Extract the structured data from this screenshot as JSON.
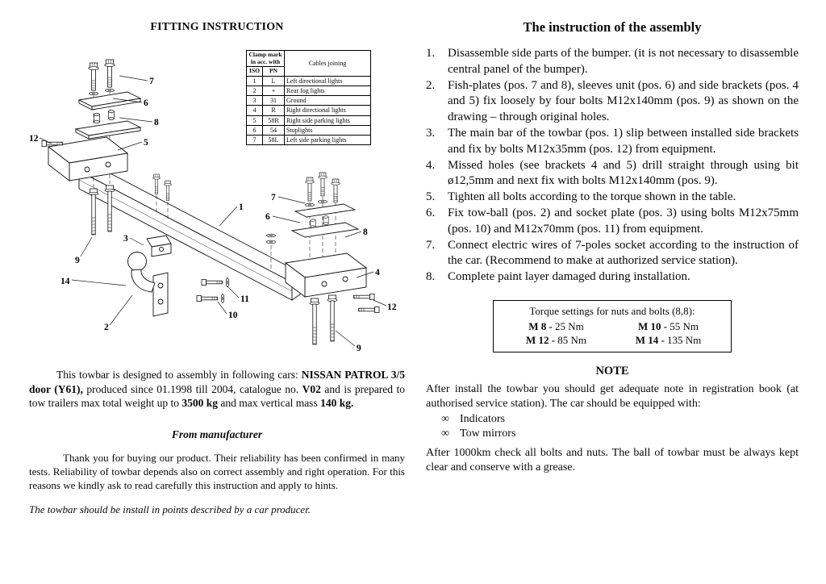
{
  "left": {
    "title": "FITTING INSTRUCTION",
    "clamp_table": {
      "header_group": "Clamp mark in acc. with",
      "header_cables": "Cables joining",
      "header_iso": "ISO",
      "header_pn": "PN",
      "rows": [
        {
          "iso": "1",
          "pn": "L",
          "cable": "Left directional lights"
        },
        {
          "iso": "2",
          "pn": "+",
          "cable": "Rear fog lights"
        },
        {
          "iso": "3",
          "pn": "31",
          "cable": "Ground"
        },
        {
          "iso": "4",
          "pn": "R",
          "cable": "Right directional lights"
        },
        {
          "iso": "5",
          "pn": "58R",
          "cable": "Right side parking lights"
        },
        {
          "iso": "6",
          "pn": "54",
          "cable": "Stoplights"
        },
        {
          "iso": "7",
          "pn": "58L",
          "cable": "Left side parking lights"
        }
      ]
    },
    "car_paragraph": {
      "p1": "This towbar is designed to assembly in following cars:",
      "p2": "NISSAN PATROL 3/5 door (Y61),",
      "p3": "produced since 01.1998 till 2004, catalogue no.",
      "p4": "V02",
      "p5": "and is prepared to tow trailers max total weight up to",
      "p6": "3500 kg",
      "p7": "and max vertical mass",
      "p8": "140 kg."
    },
    "from_manufacturer_title": "From manufacturer",
    "thanks_paragraph": "Thank you for buying our product. Their reliability has been confirmed in many tests. Reliability of towbar depends also on correct assembly and right operation. For this reasons we kindly ask to read carefully this instruction and apply to hints.",
    "install_note": "The towbar should be install in points described by a car producer."
  },
  "drawing": {
    "callouts": [
      "7",
      "6",
      "8",
      "12",
      "5",
      "1",
      "7",
      "6",
      "8",
      "3",
      "9",
      "14",
      "4",
      "11",
      "10",
      "2",
      "12",
      "9"
    ]
  },
  "right": {
    "title": "The instruction of the assembly",
    "steps": [
      {
        "num": "1.",
        "text": "Disassemble side parts of the bumper. (it is not necessary to disassemble central panel of the bumper)."
      },
      {
        "num": "2.",
        "text": "Fish-plates (pos. 7 and 8), sleeves unit (pos. 6) and side brackets (pos. 4 and 5) fix loosely by four bolts M12x140mm (pos. 9) as shown on the drawing – through original holes."
      },
      {
        "num": "3.",
        "text": "The main bar of the towbar (pos. 1) slip between installed side brackets and fix by bolts M12x35mm (pos. 12) from equipment."
      },
      {
        "num": "4.",
        "text": "Missed holes (see brackets 4 and 5) drill straight through using bit ø12,5mm and next fix with bolts M12x140mm (pos. 9)."
      },
      {
        "num": "5.",
        "text": "Tighten all bolts according to the torque shown in the table."
      },
      {
        "num": "6.",
        "text": "Fix tow-ball (pos. 2) and socket plate (pos. 3) using bolts M12x75mm (pos. 10) and M12x70mm (pos. 11) from equipment."
      },
      {
        "num": "7.",
        "text": "Connect electric wires of 7-poles socket according to the instruction of the car. (Recommend to make at authorized service station)."
      },
      {
        "num": "8.",
        "text": "Complete paint layer damaged during installation."
      }
    ],
    "torque_box": {
      "title": "Torque settings for nuts and bolts (8,8):",
      "entries": [
        {
          "label": "M 8 -",
          "value": "25 Nm"
        },
        {
          "label": "M 10 -",
          "value": "55 Nm"
        },
        {
          "label": "M 12 -",
          "value": "85 Nm"
        },
        {
          "label": "M 14 -",
          "value": "135 Nm"
        }
      ]
    },
    "note_title": "NOTE",
    "note_para1": "After install the towbar you should get adequate note in registration book (at authorised service station). The car should be equipped with:",
    "bullet_marker": "∞",
    "note_items": [
      "Indicators",
      "Tow mirrors"
    ],
    "note_para2": "After 1000km check all bolts and nuts. The ball of towbar must be always kept clear and conserve with a grease."
  }
}
